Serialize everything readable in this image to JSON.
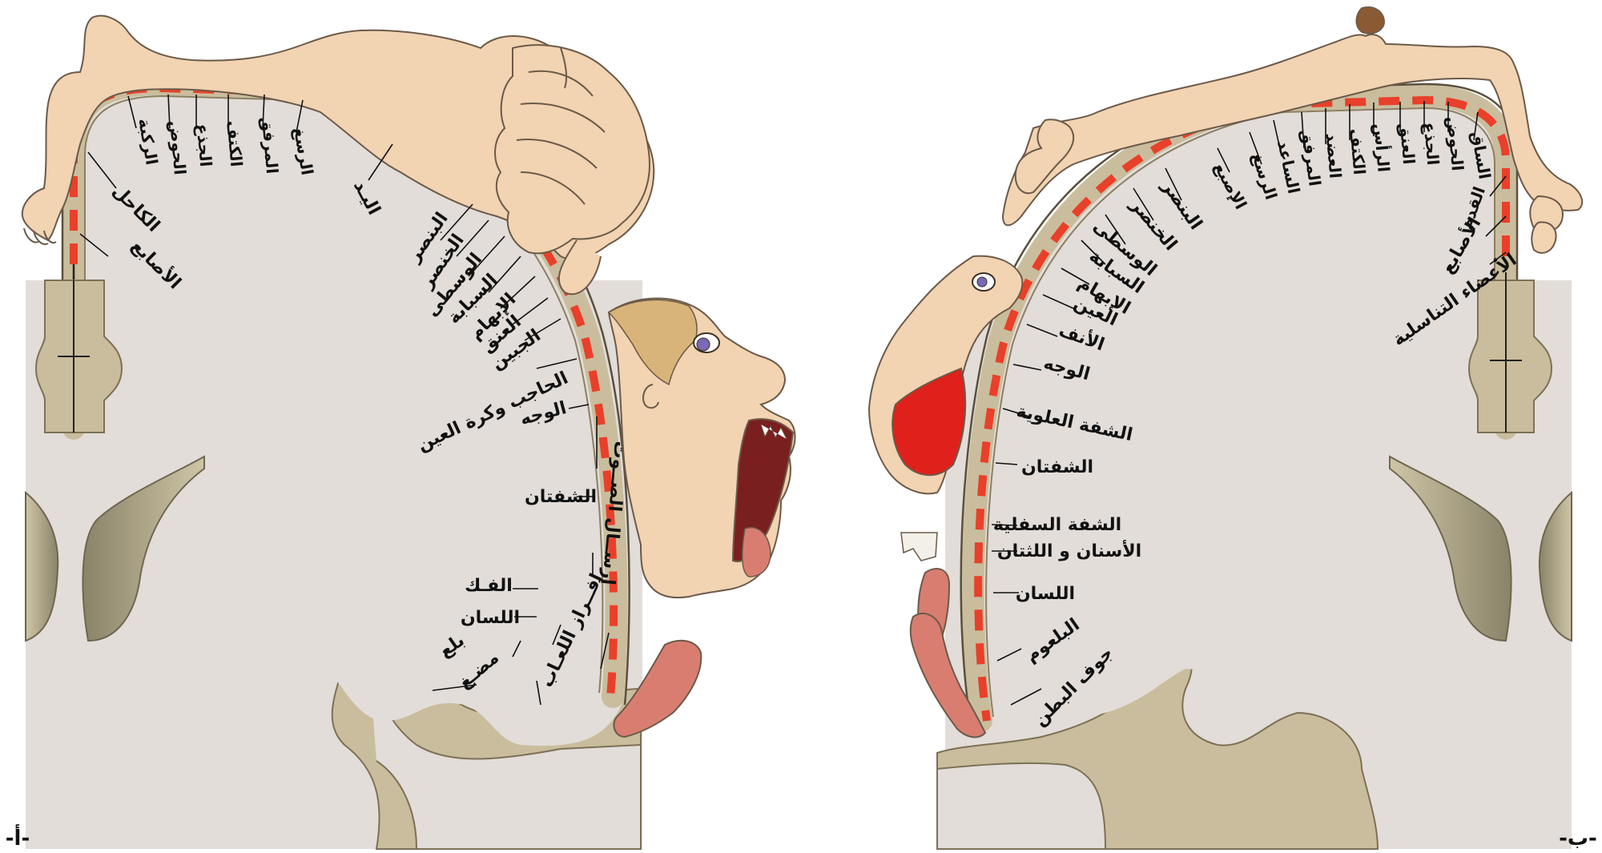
{
  "colors": {
    "background": "#ffffff",
    "tissue": "#e2ddd9",
    "cortex": "#c9bd9d",
    "cortex_stroke": "#9c8e69",
    "ventricle": "#a39b7e",
    "homunculus_skin": "#f2d3b2",
    "skin_stroke": "#6b5a49",
    "strip_red": "#e8402a",
    "mouth_red": "#e0201b",
    "tongue": "#d97d71",
    "leader": "#111111"
  },
  "panels": {
    "motor": {
      "panel_label": "-أ-",
      "labels": [
        "الكاحل",
        "الأصابع",
        "الركبة",
        "الحوض",
        "الجذع",
        "الكتف",
        "المرفق",
        "الرسغ",
        "اليـد",
        "البنصر",
        "الخنصر",
        "الوسطى",
        "السبابة",
        "الإبهام",
        "العنق",
        "الجبين",
        "الحاجب وكرة العين",
        "الوجه",
        "الشفتان",
        "الفـك",
        "اللسان",
        "بلع",
        "مضـغ"
      ],
      "arc_labels": [
        "إرســال الصــوت",
        "إفــراز اللعـاب"
      ]
    },
    "sensory": {
      "panel_label": "-ب-",
      "labels": [
        "الإصبع",
        "الرسغ",
        "الساعد",
        "المرفق",
        "العضد",
        "الكتف",
        "الرأس",
        "العنق",
        "الجذع",
        "الحوض",
        "الساق",
        "القدم",
        "الأصابع",
        "الأعضاء التناسلية",
        "البنصر",
        "الخنصر",
        "الوسطى",
        "السبابة",
        "الإبهام",
        "العين",
        "الأنف",
        "الوجه",
        "الشفة العلوية",
        "الشفتان",
        "الشفة السفلية",
        "الأسنان و اللثتان",
        "اللسان",
        "البلعوم",
        "جوف البطن"
      ]
    }
  }
}
